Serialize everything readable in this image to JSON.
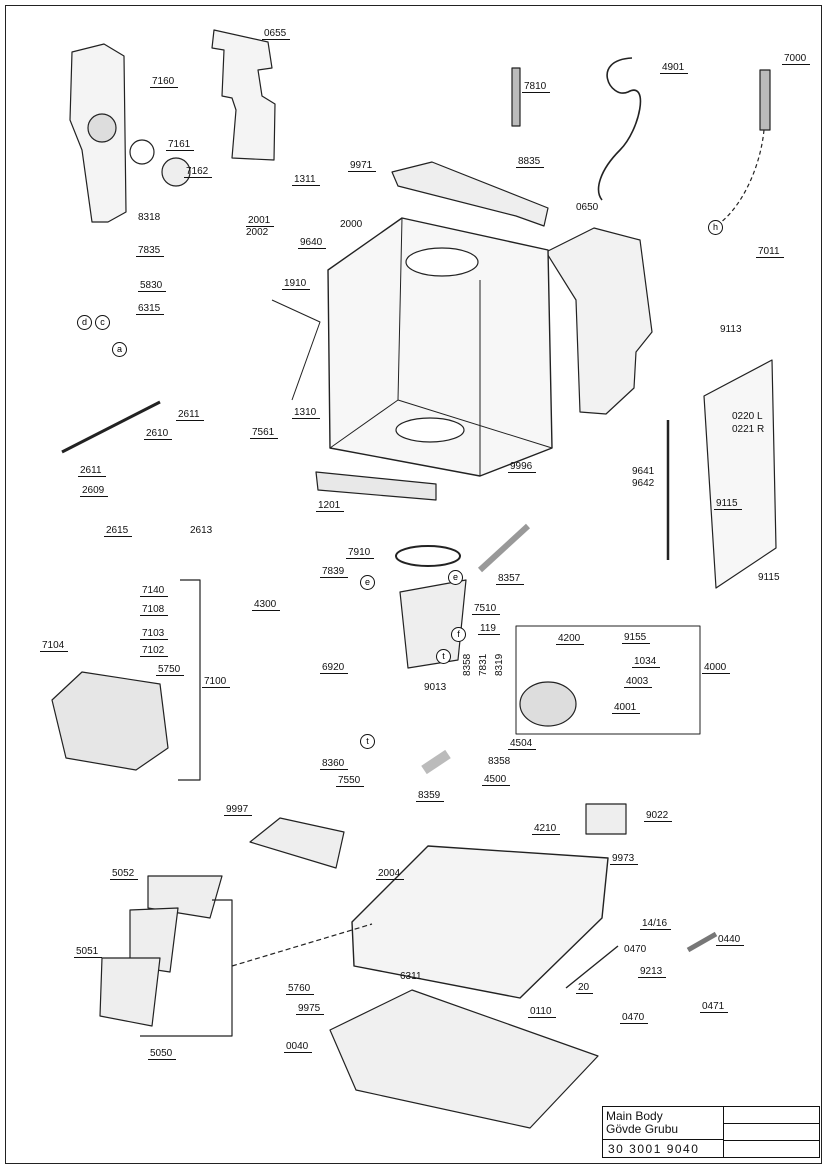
{
  "title_block": {
    "line1": "Main Body",
    "line2": "Gövde Grubu",
    "code": "30 3001 9040"
  },
  "labels": {
    "p0655": "0655",
    "p7160": "7160",
    "p7161": "7161",
    "p7162": "7162",
    "p8318": "8318",
    "p7835": "7835",
    "p5830": "5830",
    "p6315": "6315",
    "p7810": "7810",
    "p4901": "4901",
    "p7000": "7000",
    "p9971": "9971",
    "p8835": "8835",
    "p1311": "1311",
    "p2000": "2000",
    "p0650": "0650",
    "p2001": "2001",
    "p2002": "2002",
    "p9640": "9640",
    "p1910": "1910",
    "p7011": "7011",
    "p9113": "9113",
    "p2611a": "2611",
    "p2610": "2610",
    "p2611b": "2611",
    "p1310": "1310",
    "p7561": "7561",
    "p0220": "0220 L",
    "p0221": "0221 R",
    "p9641": "9641",
    "p9642": "9642",
    "p9996": "9996",
    "p2609": "2609",
    "p2613": "2613",
    "p2615": "2615",
    "p1201": "1201",
    "p9115a": "9115",
    "p9115b": "9115",
    "p7910": "7910",
    "p7839": "7839",
    "p8357": "8357",
    "p7140": "7140",
    "p7108": "7108",
    "p4300": "4300",
    "p7510": "7510",
    "p7103": "7103",
    "p7104": "7104",
    "p7102": "7102",
    "p119": "119",
    "p4200": "4200",
    "p9155": "9155",
    "p1034": "1034",
    "p5750": "5750",
    "p7100": "7100",
    "p6920": "6920",
    "p8358a": "8358",
    "p7831": "7831",
    "p8319": "8319",
    "p4000": "4000",
    "p9013": "9013",
    "p4003": "4003",
    "p4001": "4001",
    "p4504": "4504",
    "p8358b": "8358",
    "p8360": "8360",
    "p4500": "4500",
    "p7550": "7550",
    "p8359": "8359",
    "p9997": "9997",
    "p9022": "9022",
    "p4210": "4210",
    "p9973": "9973",
    "p5052": "5052",
    "p2004": "2004",
    "p1416": "14/16",
    "p0440": "0440",
    "p0470a": "0470",
    "p5051": "5051",
    "p9213": "9213",
    "p5760": "5760",
    "p6311": "6311",
    "p20": "20",
    "p0471": "0471",
    "p9975": "9975",
    "p0110": "0110",
    "p0470b": "0470",
    "p5050": "5050",
    "p0040": "0040"
  },
  "callouts": {
    "a": "a",
    "c": "c",
    "d": "d",
    "h": "h",
    "e1": "e",
    "e2": "e",
    "f": "f",
    "t1": "t",
    "t2": "t"
  }
}
